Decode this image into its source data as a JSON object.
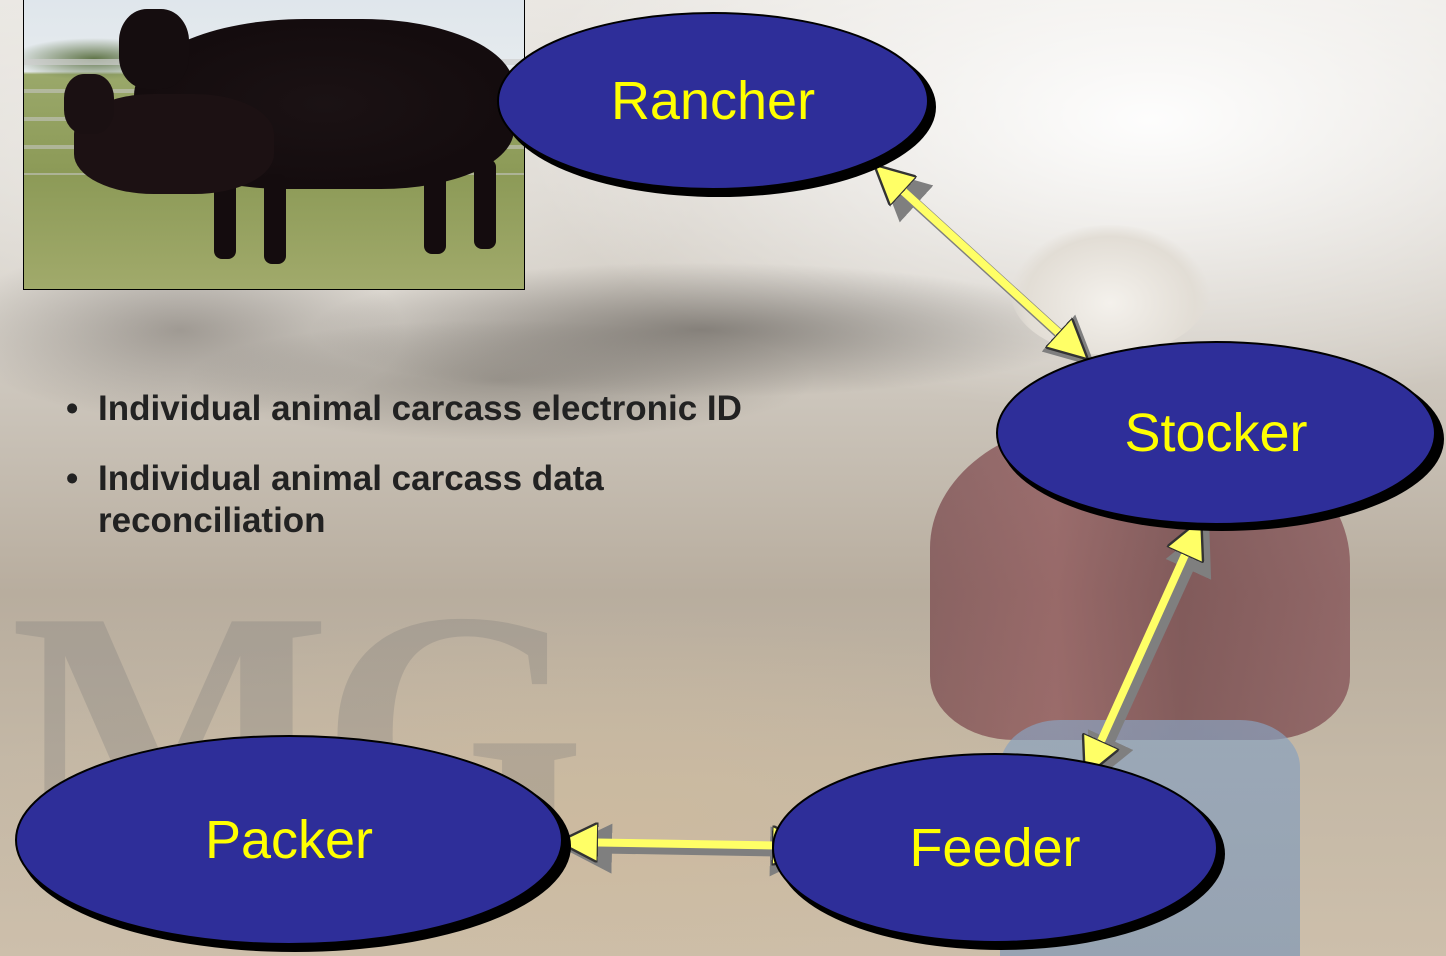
{
  "watermark": "MG",
  "bullets": [
    "Individual animal carcass electronic ID",
    "Individual animal carcass data reconciliation"
  ],
  "bullet_symbol": "•",
  "nodes": {
    "rancher": "Rancher",
    "stocker": "Stocker",
    "feeder": "Feeder",
    "packer": "Packer"
  },
  "colors": {
    "node_fill": "#2e2e99",
    "node_text": "#ffff00",
    "arrow": "#ffff66",
    "shadow": "#7f7f7f"
  }
}
